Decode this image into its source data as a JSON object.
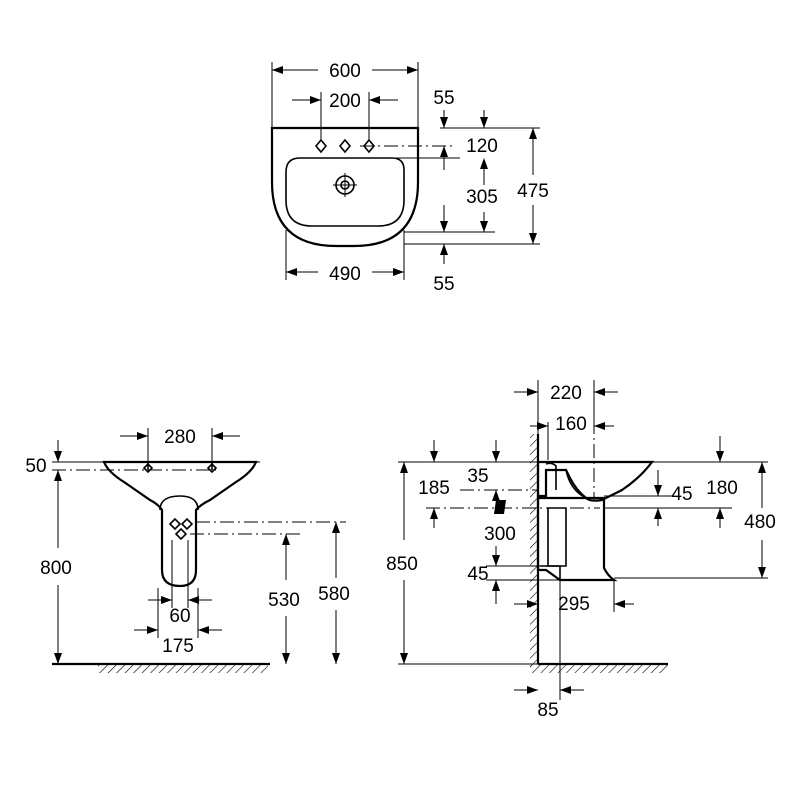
{
  "top_view": {
    "d600": "600",
    "d200": "200",
    "d55_top": "55",
    "d120": "120",
    "d305": "305",
    "d475": "475",
    "d490": "490",
    "d55_bottom": "55"
  },
  "front_view": {
    "d280": "280",
    "d50": "50",
    "d800": "800",
    "d530": "530",
    "d580": "580",
    "d60": "60",
    "d175": "175"
  },
  "side_view": {
    "d220": "220",
    "d160": "160",
    "d185": "185",
    "d35": "35",
    "d45_upper": "45",
    "d180": "180",
    "d300": "300",
    "d480": "480",
    "d850": "850",
    "d45_lower": "45",
    "d295": "295",
    "d85": "85"
  }
}
